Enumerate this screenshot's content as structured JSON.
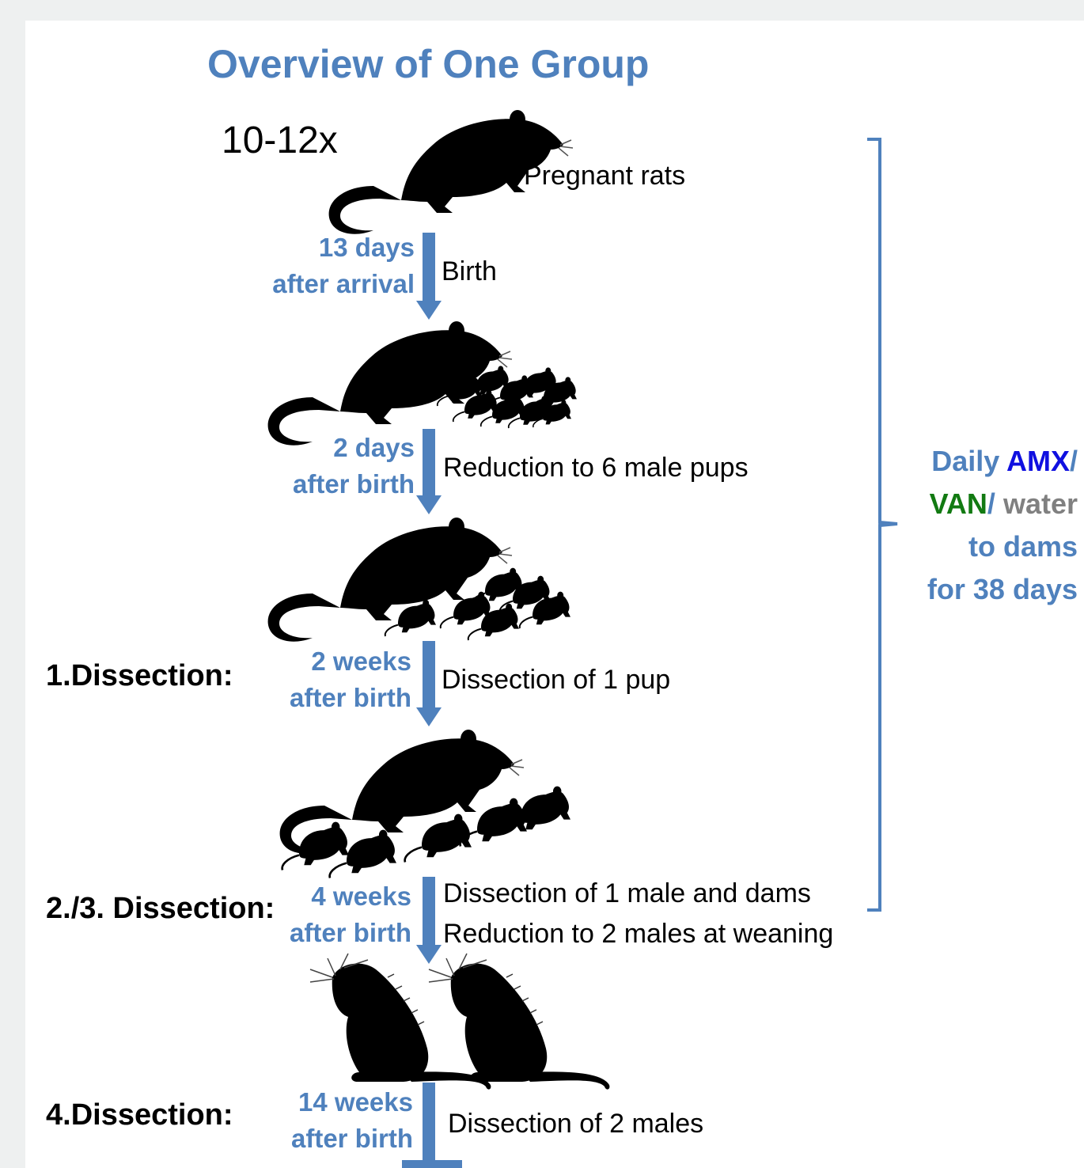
{
  "title": "Overview of One Group",
  "count_label": "10-12x",
  "stages": [
    {
      "id": "pregnant",
      "label": "Pregnant rats"
    },
    {
      "id": "birth",
      "interval_line1": "13 days",
      "interval_line2": "after arrival",
      "event": "Birth"
    },
    {
      "id": "reduction",
      "interval_line1": "2 days",
      "interval_line2": "after birth",
      "event": "Reduction to 6 male pups"
    },
    {
      "id": "dissection1",
      "stage_label": "1.Dissection:",
      "interval_line1": "2 weeks",
      "interval_line2": "after birth",
      "event": "Dissection of  1 pup"
    },
    {
      "id": "dissection23",
      "stage_label": "2./3. Dissection:",
      "interval_line1": "4 weeks",
      "interval_line2": "after birth",
      "event_line1": "Dissection of 1 male and dams",
      "event_line2": "Reduction to 2 males at weaning"
    },
    {
      "id": "dissection4",
      "stage_label": "4.Dissection:",
      "interval_line1": "14 weeks",
      "interval_line2": "after birth",
      "event": "Dissection of 2 males"
    }
  ],
  "treatment": {
    "daily": "Daily",
    "amx": "AMX",
    "slash1": "/",
    "van": "VAN",
    "slash2": "/",
    "water": "water",
    "line3": "to dams",
    "line4": "for 38 days"
  },
  "colors": {
    "accent_blue": "#4f81bd",
    "amx": "#1010e0",
    "van": "#127a12",
    "water": "#808080"
  },
  "icons": [
    "pregnant-rat-icon",
    "rat-with-litter-icon",
    "rat-with-six-pups-icon",
    "rat-with-five-pups-icon",
    "two-male-rats-icon"
  ]
}
